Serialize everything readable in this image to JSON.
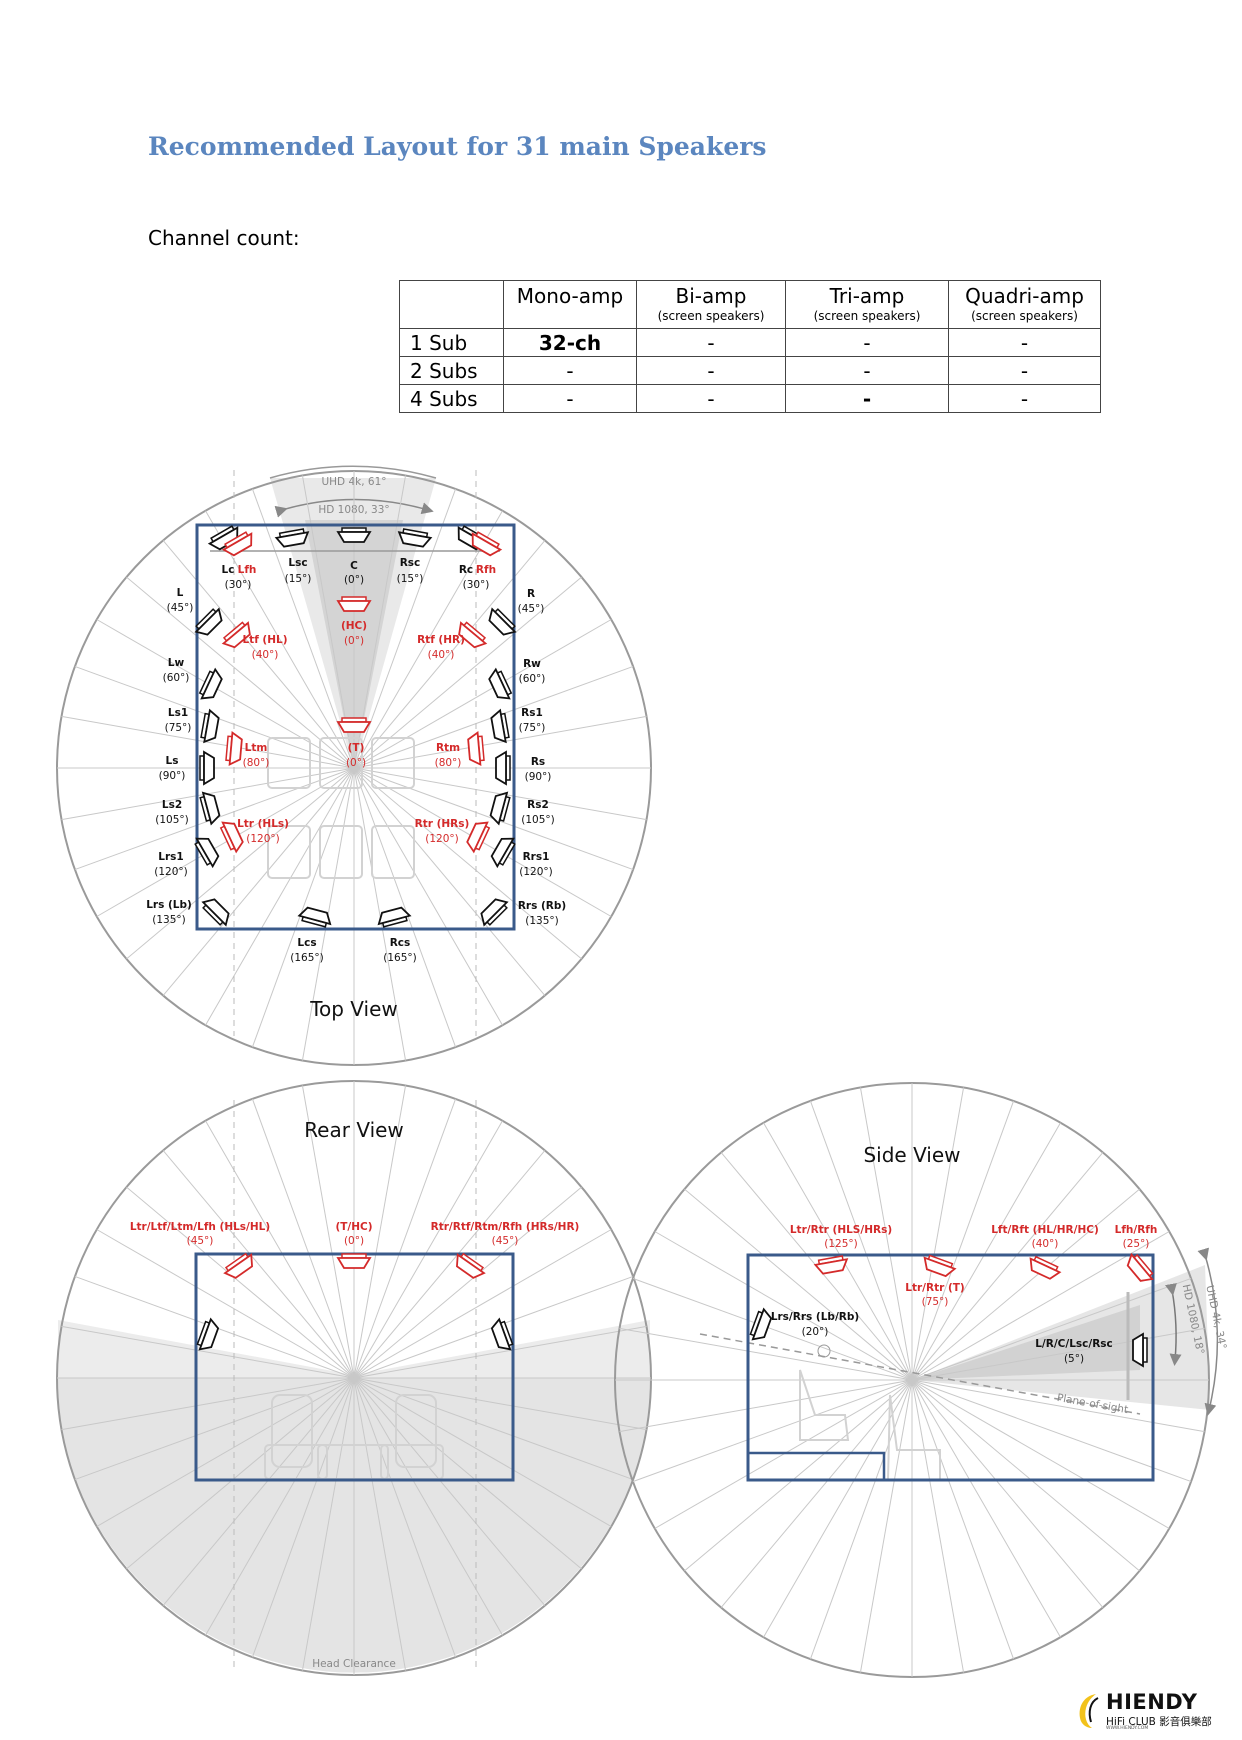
{
  "title": "Recommended Layout for 31 main Speakers",
  "channel_count_label": "Channel count:",
  "table": {
    "headers": [
      {
        "main": "",
        "sub": ""
      },
      {
        "main": "Mono-amp",
        "sub": ""
      },
      {
        "main": "Bi-amp",
        "sub": "(screen speakers)"
      },
      {
        "main": "Tri-amp",
        "sub": "(screen speakers)"
      },
      {
        "main": "Quadri-amp",
        "sub": "(screen speakers)"
      }
    ],
    "rows": [
      [
        "1 Sub",
        "32-ch",
        "-",
        "-",
        "-"
      ],
      [
        "2 Subs",
        "-",
        "-",
        "-",
        "-"
      ],
      [
        "4 Subs",
        "-",
        "-",
        "-",
        "-"
      ]
    ]
  },
  "top_view": {
    "title": "Top View",
    "uhd": "UHD 4k, 61°",
    "hd": "HD 1080, 33°",
    "labels": {
      "lc": "Lc",
      "lc_a": "(30°)",
      "lfh": "Lfh",
      "lsc": "Lsc",
      "lsc_a": "(15°)",
      "c": "C",
      "c_a": "(0°)",
      "rsc": "Rsc",
      "rsc_a": "(15°)",
      "rc": "Rc",
      "rc_a": "(30°)",
      "rfh": "Rfh",
      "l": "L",
      "l_a": "(45°)",
      "r": "R",
      "r_a": "(45°)",
      "hc": "(HC)",
      "hc_a": "(0°)",
      "ltf": "Ltf (HL)",
      "ltf_a": "(40°)",
      "rtf": "Rtf (HR)",
      "rtf_a": "(40°)",
      "lw": "Lw",
      "lw_a": "(60°)",
      "rw": "Rw",
      "rw_a": "(60°)",
      "ls1": "Ls1",
      "ls1_a": "(75°)",
      "rs1": "Rs1",
      "rs1_a": "(75°)",
      "ltm": "Ltm",
      "ltm_a": "(80°)",
      "t": "(T)",
      "t_a": "(0°)",
      "rtm": "Rtm",
      "rtm_a": "(80°)",
      "ls": "Ls",
      "ls_a": "(90°)",
      "rs": "Rs",
      "rs_a": "(90°)",
      "ls2": "Ls2",
      "ls2_a": "(105°)",
      "rs2": "Rs2",
      "rs2_a": "(105°)",
      "ltr": "Ltr (HLs)",
      "ltr_a": "(120°)",
      "rtr": "Rtr (HRs)",
      "rtr_a": "(120°)",
      "lrs1": "Lrs1",
      "lrs1_a": "(120°)",
      "rrs1": "Rrs1",
      "rrs1_a": "(120°)",
      "lrs": "Lrs (Lb)",
      "lrs_a": "(135°)",
      "rrs": "Rrs (Rb)",
      "rrs_a": "(135°)",
      "lcs": "Lcs",
      "lcs_a": "(165°)",
      "rcs": "Rcs",
      "rcs_a": "(165°)"
    }
  },
  "rear_view": {
    "title": "Rear View",
    "left": "Ltr/Ltf/Ltm/Lfh (HLs/HL)",
    "left_a": "(45°)",
    "center": "(T/HC)",
    "center_a": "(0°)",
    "right": "Rtr/Rtf/Rtm/Rfh (HRs/HR)",
    "right_a": "(45°)",
    "head_clearance": "Head Clearance"
  },
  "side_view": {
    "title": "Side View",
    "ltr": "Ltr/Rtr (HLS/HRs)",
    "ltr_a": "(125°)",
    "lft": "Lft/Rft (HL/HR/HC)",
    "lft_a": "(40°)",
    "lfh": "Lfh/Rfh",
    "lfh_a": "(25°)",
    "ltrt": "Ltr/Rtr (T)",
    "ltrt_a": "(75°)",
    "lrs": "Lrs/Rrs (Lb/Rb)",
    "lrs_a": "(20°)",
    "lrc": "L/R/C/Lsc/Rsc",
    "lrc_a": "(5°)",
    "plane": "Plane-of-sight",
    "hd": "HD 1080, 18°",
    "uhd": "UHD 4k, 34°"
  },
  "logo": {
    "main": "HIENDY",
    "sub": "HiFi CLUB 影音俱樂部",
    "url": "WWW.HIENDY.COM"
  },
  "colors": {
    "room": "#3a5a8a",
    "title": "#5b86bf",
    "red": "#d42a2a",
    "circle": "#9a9a9a"
  }
}
